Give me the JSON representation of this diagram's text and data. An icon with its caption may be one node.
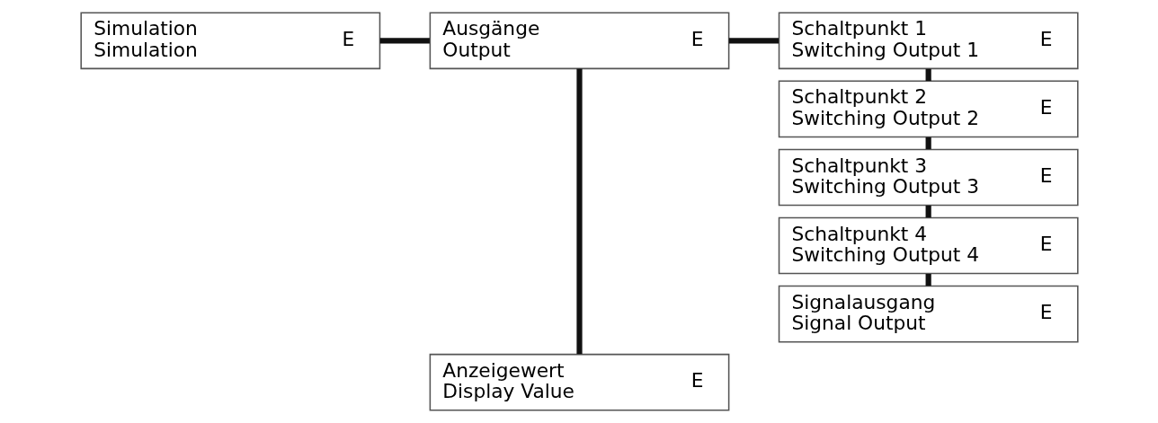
{
  "diagram": {
    "nodes": [
      {
        "text": [
          "Simulation",
          "Simulation",
          "E"
        ]
      },
      {
        "text": [
          "Ausgänge",
          "Output",
          "E"
        ]
      },
      {
        "text": [
          "Schaltpunkt 1",
          "Switching Output 1",
          "E"
        ]
      },
      {
        "text": [
          "Schaltpunkt 2",
          "Switching Output 2",
          "E"
        ]
      },
      {
        "text": [
          "Schaltpunkt 3",
          "Switching Output 3",
          "E"
        ]
      },
      {
        "text": [
          "Schaltpunkt 4",
          "Switching Output 4",
          "E"
        ]
      },
      {
        "text": [
          "Signalausgang",
          "Signal Output",
          "E"
        ]
      },
      {
        "text": [
          "Anzeigewert",
          "Display Value",
          "E"
        ]
      }
    ],
    "edges": [
      {
        "from": 0,
        "to": 1,
        "arrow": "none"
      },
      {
        "from": 1,
        "to": 2,
        "arrow": "none"
      },
      {
        "from": 1,
        "to": 7,
        "arrow": "none"
      },
      {
        "from": 2,
        "to": 3,
        "arrow": "none"
      },
      {
        "from": 3,
        "to": 4,
        "arrow": "none"
      },
      {
        "from": 4,
        "to": 5,
        "arrow": "none"
      },
      {
        "from": 5,
        "to": 6,
        "arrow": "none"
      }
    ]
  }
}
